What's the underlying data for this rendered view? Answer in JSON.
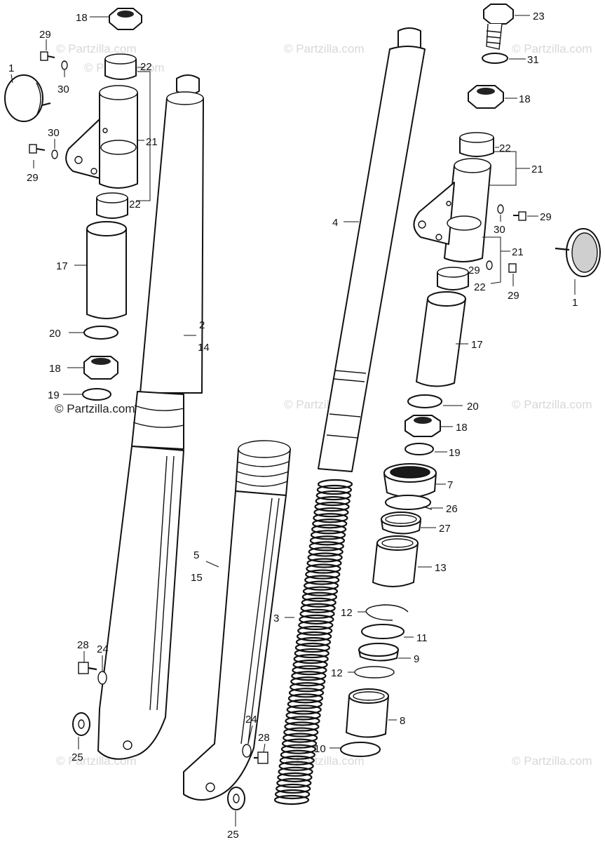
{
  "watermarks": {
    "main": "© Partzilla.com",
    "faint": [
      "© Partzilla.com",
      "© Partzilla.com",
      "© Partzilla.com",
      "© Partzilla.com",
      "© Partzilla.com",
      "© Partzilla.com",
      "© Partzilla.com",
      "© Partzilla.com",
      "© Partzilla.com"
    ]
  },
  "labels": {
    "p1a": "1",
    "p1b": "1",
    "p2": "2",
    "p14": "14",
    "p3": "3",
    "p4": "4",
    "p5": "5",
    "p15": "15",
    "p7": "7",
    "p8": "8",
    "p9": "9",
    "p10": "10",
    "p11": "11",
    "p12a": "12",
    "p12b": "12",
    "p13": "13",
    "p17a": "17",
    "p17b": "17",
    "p18a": "18",
    "p18b": "18",
    "p18c": "18",
    "p18d": "18",
    "p19a": "19",
    "p19b": "19",
    "p20a": "20",
    "p20b": "20",
    "p21a": "21",
    "p21b": "21",
    "p21c": "21",
    "p22a": "22",
    "p22b": "22",
    "p22c": "22",
    "p22d": "22",
    "p23": "23",
    "p24a": "24",
    "p24b": "24",
    "p25a": "25",
    "p25b": "25",
    "p26": "26",
    "p27": "27",
    "p28a": "28",
    "p28b": "28",
    "p29a": "29",
    "p29b": "29",
    "p29c": "29",
    "p29d": "29",
    "p29e": "29",
    "p30a": "30",
    "p30b": "30",
    "p30c": "30",
    "p31": "31"
  }
}
